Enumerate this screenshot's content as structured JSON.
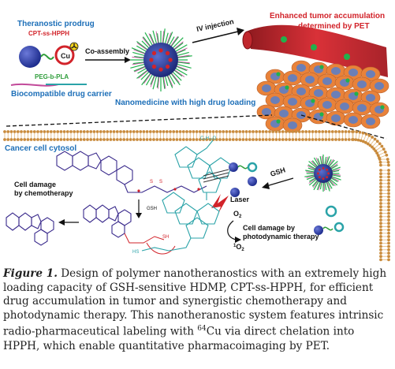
{
  "figure": {
    "labels": {
      "prodrug_title": "Theranostic prodrug",
      "prodrug_sub": "CPT-ss-HPPH",
      "cu_label": "Cu",
      "peg_label": "PEG-b-PLA",
      "carrier_label": "Biocompatible drug carrier",
      "coassembly": "Co-assembly",
      "iv_injection": "IV injection",
      "enhanced_line1": "Enhanced tumor accumulation",
      "enhanced_line2": "determined by PET",
      "nanomedicine": "Nanomedicine with high drug loading",
      "cytosol": "Cancer cell cytosol",
      "cell_damage_chemo_1": "Cell damage",
      "cell_damage_chemo_2": "by chemotherapy",
      "gsh_mid": "GSH",
      "gsh_right": "GSH",
      "laser": "Laser",
      "o2": "O",
      "o2_sub": "2",
      "singlet_sup": "1",
      "singlet_o": "O",
      "singlet_sub": "2",
      "pdt_line1": "Cell damage by",
      "pdt_line2": "photodynamic therapy",
      "hs": "HS",
      "c6h13o": "C₆H₁₃O"
    },
    "colors": {
      "blue_text": "#1d6fb8",
      "green_text": "#2e9d3a",
      "red_text": "#d2232a",
      "nanoparticle": "#22b14c",
      "vessel": "#c0272d",
      "tumor_cell": "#e8823a",
      "nucleus": "#6b7fb7",
      "membrane": "#c98b3c",
      "cpt_blue": "#3a2a8c",
      "hpph_teal": "#2aa3a8"
    }
  },
  "caption": {
    "label": "Figure 1.",
    "text_part1": " Design of polymer nanotheranostics with an extremely high loading capacity of GSH-sensitive HDMP, CPT-ss-HPPH, for efficient drug accumulation in tumor and synergistic chemotherapy and photodynamic therapy. This nanotheranostic system features intrinsic radio-pharmaceutical labeling with ",
    "isotope_sup": "64",
    "text_part2": "Cu via direct chelation into HPPH, which enable quantitative pharmacoimaging by PET."
  }
}
